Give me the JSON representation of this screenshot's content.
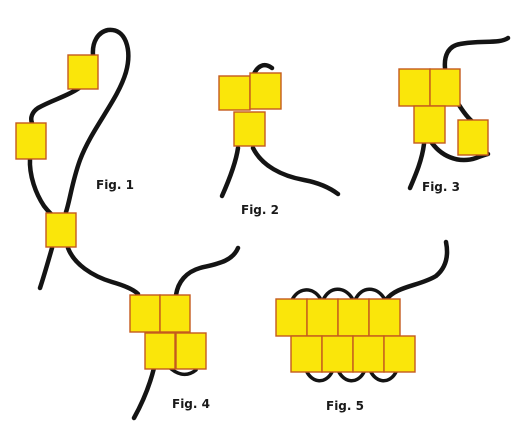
{
  "colors": {
    "bead_fill": "#FAE60A",
    "bead_stroke": "#C45A1E",
    "thread": "#141414",
    "background": "#FFFFFF"
  },
  "figures": [
    {
      "id": "fig1",
      "label": "Fig. 1"
    },
    {
      "id": "fig2",
      "label": "Fig. 2"
    },
    {
      "id": "fig3",
      "label": "Fig. 3"
    },
    {
      "id": "fig4",
      "label": "Fig. 4"
    },
    {
      "id": "fig5",
      "label": "Fig. 5"
    }
  ]
}
